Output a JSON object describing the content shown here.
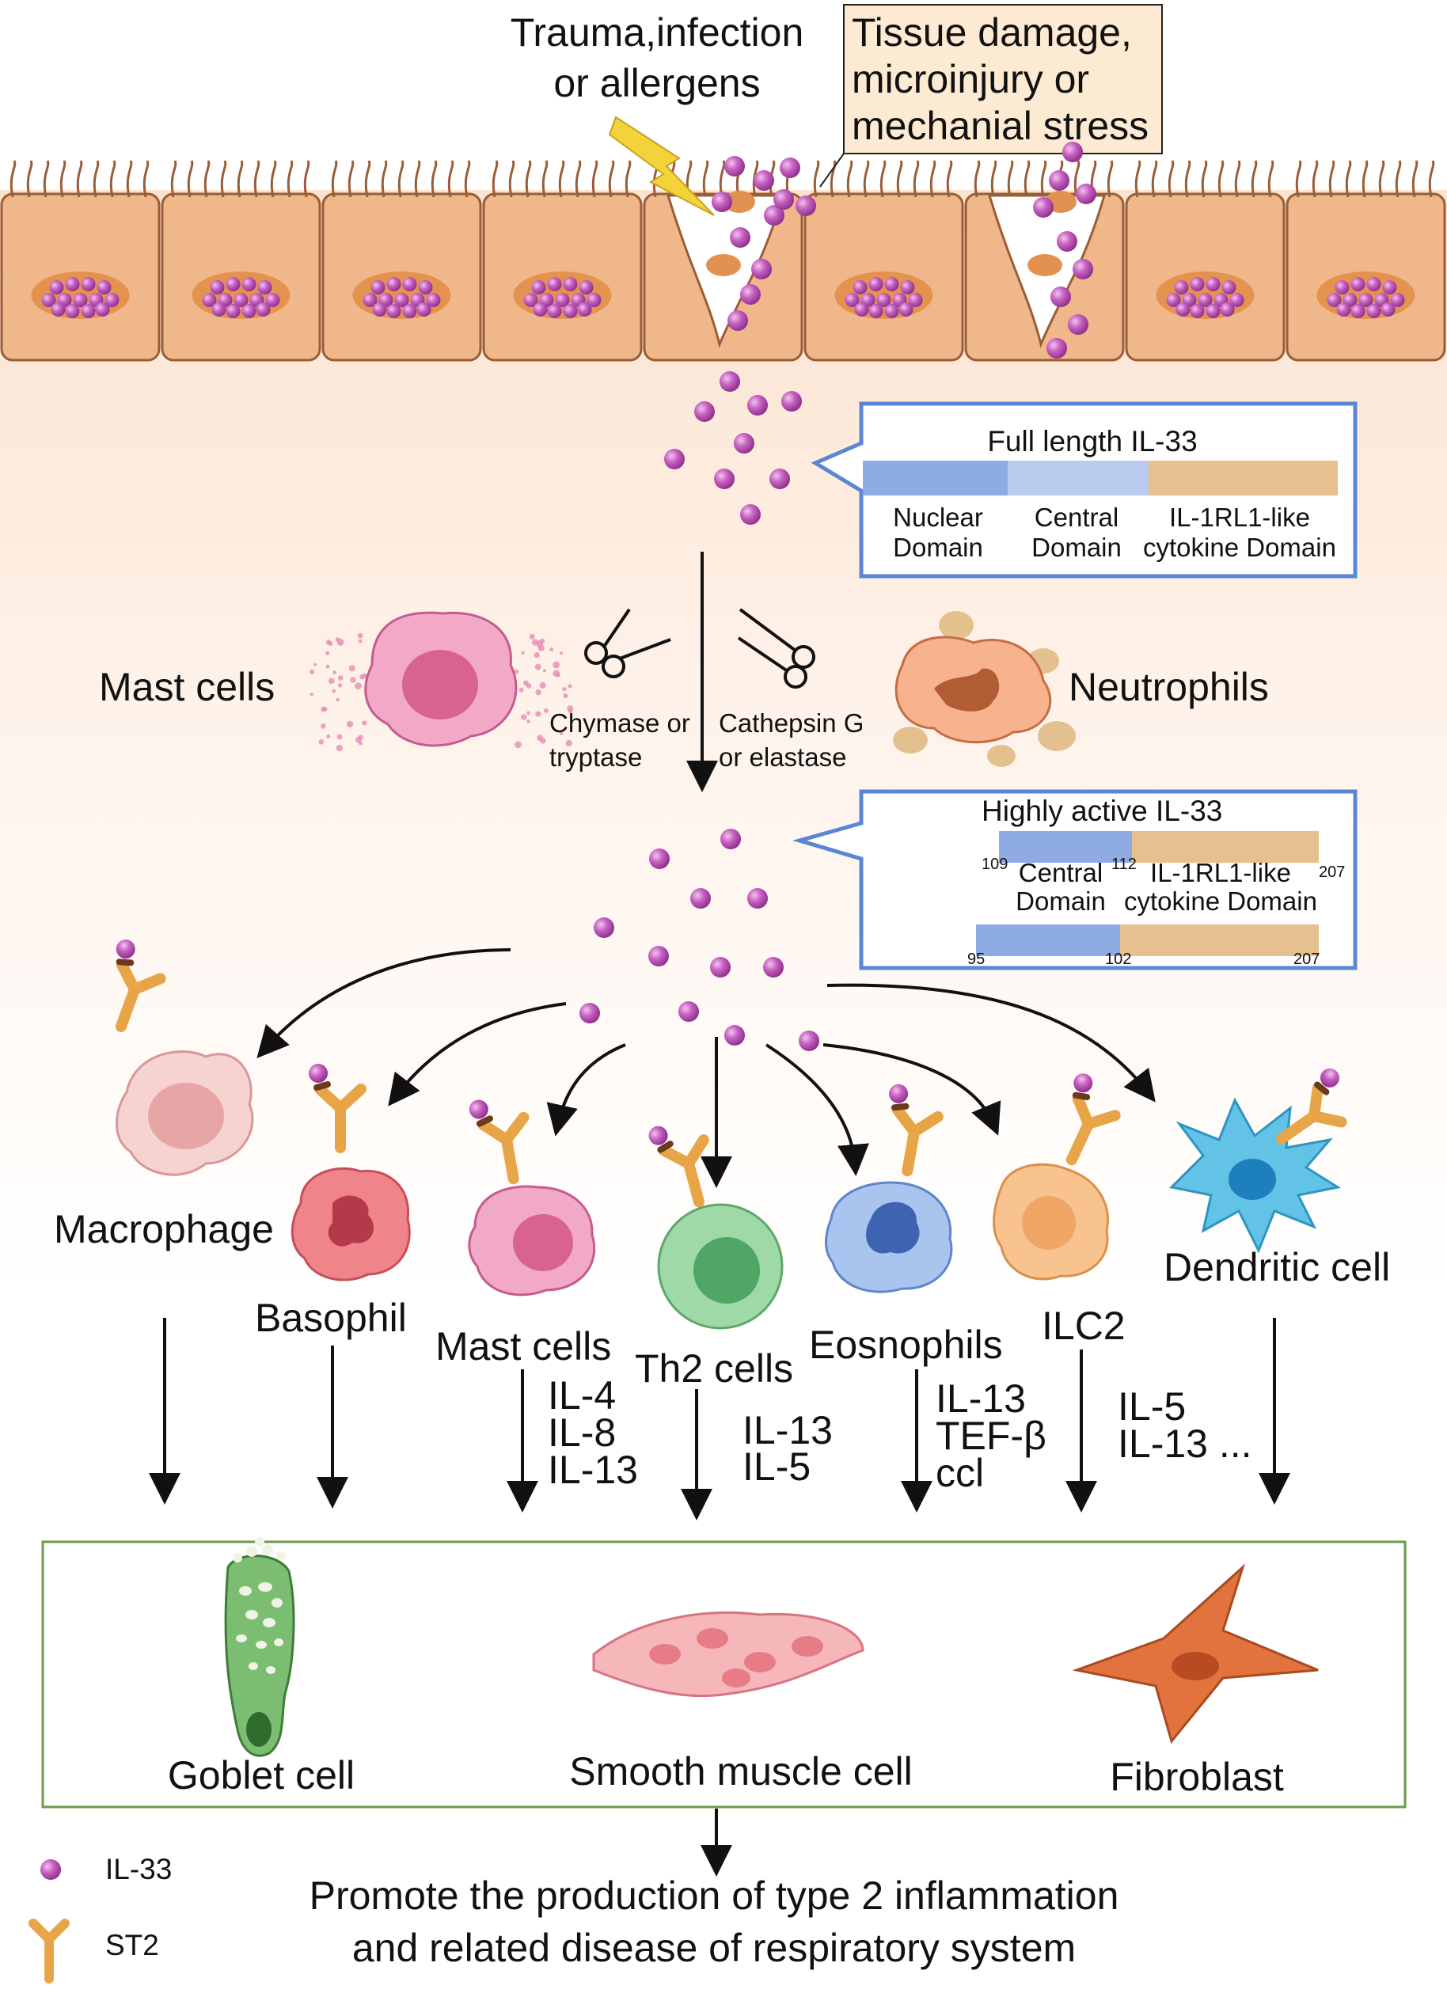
{
  "top": {
    "trigger_lines": [
      "Trauma,infection",
      "or allergens"
    ],
    "damage_lines": [
      "Tissue damage,",
      "microinjury or",
      "mechanial stress"
    ]
  },
  "full_length": {
    "title": "Full length IL-33",
    "domains": [
      {
        "lines": [
          "Nuclear",
          "Domain"
        ]
      },
      {
        "lines": [
          "Central",
          "Domain"
        ]
      },
      {
        "lines": [
          "IL-1RL1-like",
          "cytokine Domain"
        ]
      }
    ]
  },
  "cleavage": {
    "left_cell": "Mast cells",
    "left_enzyme_lines": [
      "Chymase or",
      "tryptase"
    ],
    "right_enzyme_lines": [
      "Cathepsin G",
      "or elastase"
    ],
    "right_cell": "Neutrophils"
  },
  "active": {
    "title": "Highly active IL-33",
    "bar1_labels": {
      "start": "109",
      "mid": "112",
      "end": "207"
    },
    "bar1_domains": [
      {
        "lines": [
          "Central",
          "Domain"
        ]
      },
      {
        "lines": [
          "IL-1RL1-like",
          "cytokine Domain"
        ]
      }
    ],
    "bar2_labels": {
      "start": "95",
      "mid": "102",
      "end": "207"
    }
  },
  "cells": {
    "macrophage": "Macrophage",
    "basophil": "Basophil",
    "mast": "Mast cells",
    "th2": "Th2 cells",
    "eosinophil": "Eosnophils",
    "ilc2": "ILC2",
    "dendritic": "Dendritic cell"
  },
  "cytokines": {
    "mast": [
      "IL-4",
      "IL-8",
      "IL-13"
    ],
    "th2": [
      "IL-13",
      "IL-5"
    ],
    "eosinophil": [
      "IL-13",
      "TEF-β",
      "ccl"
    ],
    "ilc2": [
      "IL-5",
      "IL-13 ..."
    ]
  },
  "targets": {
    "goblet": "Goblet cell",
    "smooth": "Smooth muscle cell",
    "fibroblast": "Fibroblast"
  },
  "legend": {
    "il33": "IL-33",
    "st2": "ST2"
  },
  "conclusion_lines": [
    "Promote the production of type 2 inflammation",
    "and related disease of respiratory system"
  ],
  "colors": {
    "epithelium": "#F0B78A",
    "epithelium_stroke": "#9A5D36",
    "il33_dot": "#B44FB0",
    "domain_nuclear": "#8EABE3",
    "domain_central": "#B9CCF0",
    "domain_cytokine": "#E6C08E",
    "box_border": "#5B86D6",
    "target_border": "#6B9B4A",
    "receptor": "#E7A548"
  }
}
